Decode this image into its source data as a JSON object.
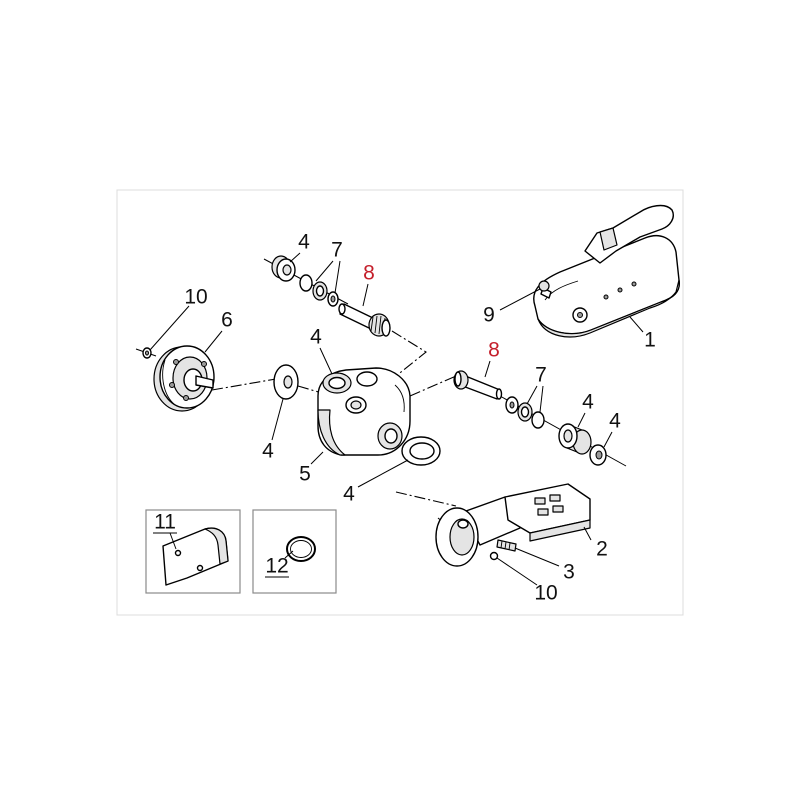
{
  "callouts": [
    "4",
    "7",
    "8",
    "10",
    "6",
    "9",
    "1",
    "4",
    "8",
    "7",
    "4",
    "4",
    "4",
    "5",
    "4",
    "11",
    "12",
    "2",
    "3",
    "10"
  ],
  "colors": {
    "callout_text": "#111111",
    "highlight_text": "#c41e2a",
    "line_art": "#000000",
    "frame": "#dcdcdc"
  }
}
